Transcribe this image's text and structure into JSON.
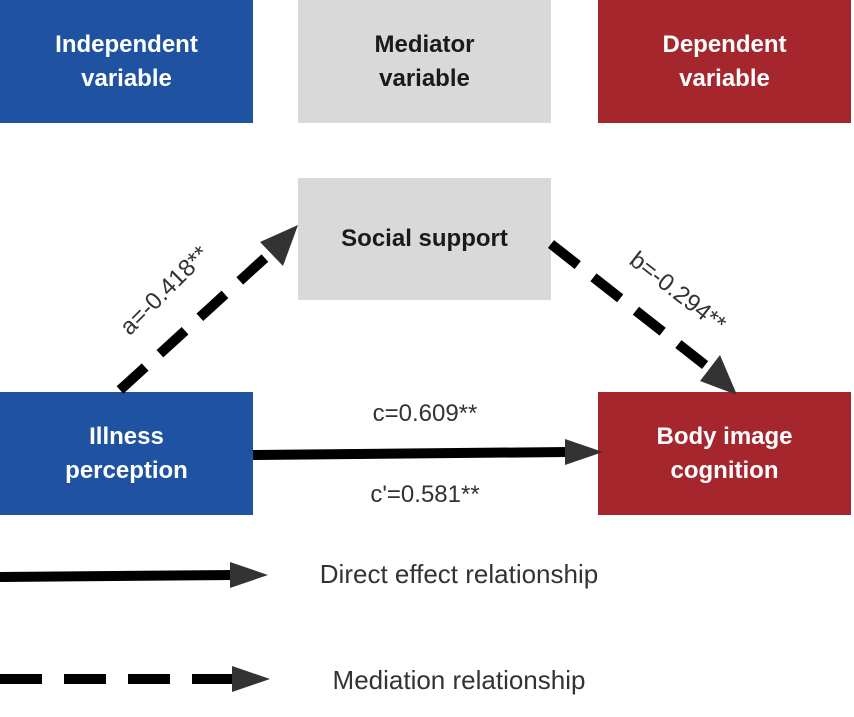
{
  "legend_boxes": {
    "independent": "Independent\nvariable",
    "mediator": "Mediator\nvariable",
    "dependent": "Dependent\nvariable"
  },
  "nodes": {
    "mediator": "Social support",
    "independent": "Illness\nperception",
    "dependent": "Body image\ncognition"
  },
  "paths": {
    "a": "a=-0.418**",
    "b": "b=-0.294**",
    "c": "c=0.609**",
    "c_prime": "c'=0.581**"
  },
  "legend": {
    "direct": "Direct effect relationship",
    "mediation": "Mediation relationship"
  },
  "colors": {
    "independent": "#1f53a1",
    "mediator": "#d9d9d9",
    "dependent": "#a5272d",
    "arrow": "#000000",
    "arrowhead": "#333333"
  }
}
